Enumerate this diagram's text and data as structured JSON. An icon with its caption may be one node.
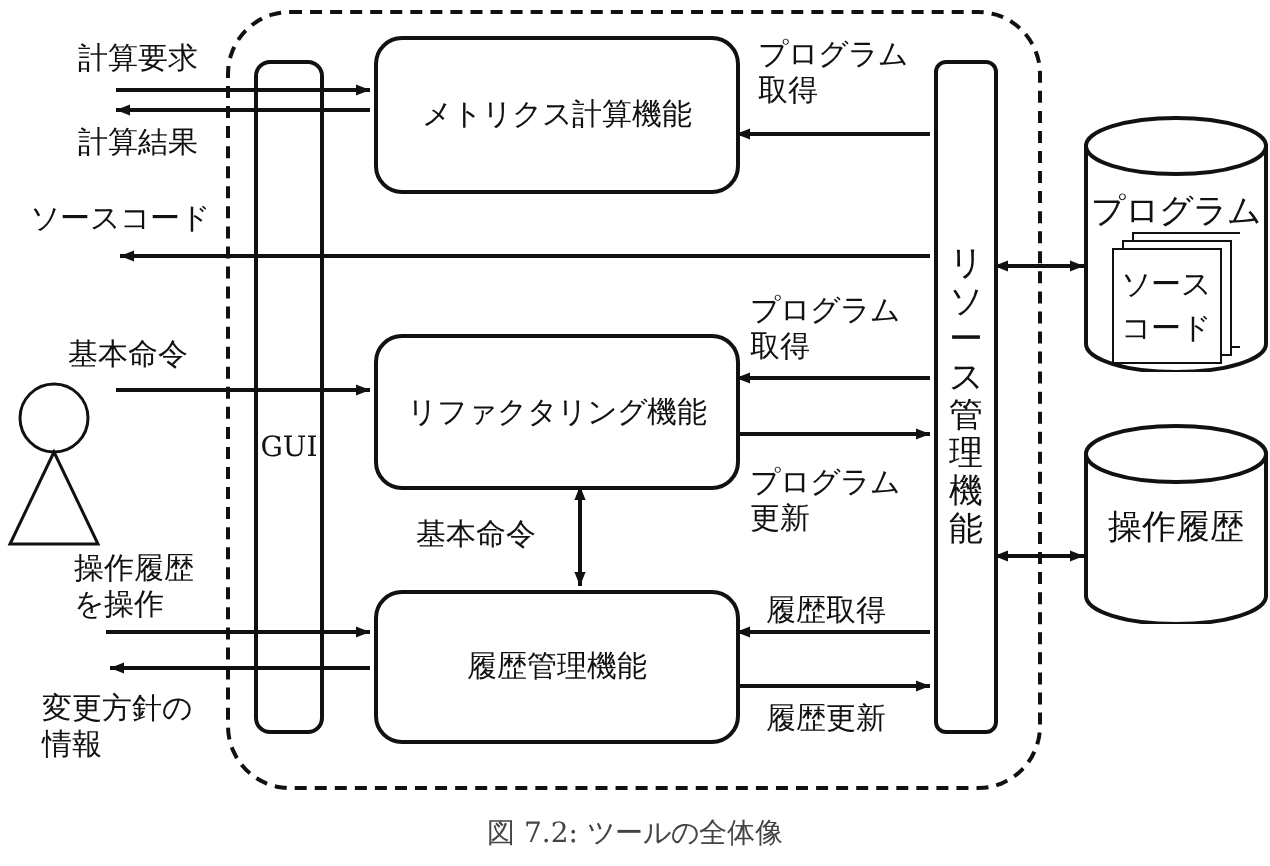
{
  "diagram": {
    "caption": "図 7.2: ツールの全体像",
    "nodes": [
      {
        "text": [],
        "shape": "box"
      },
      {
        "text": [
          "GUI"
        ],
        "in": 0
      },
      {
        "text": [
          "メトリクス計算機能"
        ],
        "in": 0
      },
      {
        "text": [
          "リファクタリング機能"
        ],
        "in": 0
      },
      {
        "text": [
          "履歴管理機能"
        ],
        "in": 0
      },
      {
        "text": [
          "リソース管理機能"
        ],
        "in": 0
      },
      {
        "text": [
          "プログラム"
        ]
      },
      {
        "text": [
          "ソースコード"
        ],
        "in": 6
      },
      {
        "text": [
          "操作履歴"
        ]
      },
      {
        "text": [],
        "shape": "person"
      }
    ],
    "edges": [
      {
        "from": null,
        "to": 2,
        "arrow": "to",
        "label": "計算要求"
      },
      {
        "from": 2,
        "to": null,
        "arrow": "to",
        "label": "計算結果"
      },
      {
        "from": 5,
        "to": null,
        "arrow": "to",
        "label": "ソースコード"
      },
      {
        "from": null,
        "to": 3,
        "arrow": "to",
        "label": "基本命令"
      },
      {
        "from": null,
        "to": 4,
        "arrow": "to",
        "label": "操作履歴を操作"
      },
      {
        "from": 4,
        "to": null,
        "arrow": "to",
        "label": "変更方針の情報"
      },
      {
        "from": 5,
        "to": 2,
        "arrow": "to",
        "label": "プログラム取得"
      },
      {
        "from": 5,
        "to": 3,
        "arrow": "to",
        "label": "プログラム取得"
      },
      {
        "from": 3,
        "to": 5,
        "arrow": "to",
        "label": "プログラム更新"
      },
      {
        "from": 3,
        "to": 4,
        "arrow": "both",
        "label": "基本命令"
      },
      {
        "from": 5,
        "to": 4,
        "arrow": "to",
        "label": "履歴取得"
      },
      {
        "from": 4,
        "to": 5,
        "arrow": "to",
        "label": "履歴更新"
      },
      {
        "from": 5,
        "to": 6,
        "arrow": "both"
      },
      {
        "from": 5,
        "to": 8,
        "arrow": "both"
      }
    ]
  }
}
